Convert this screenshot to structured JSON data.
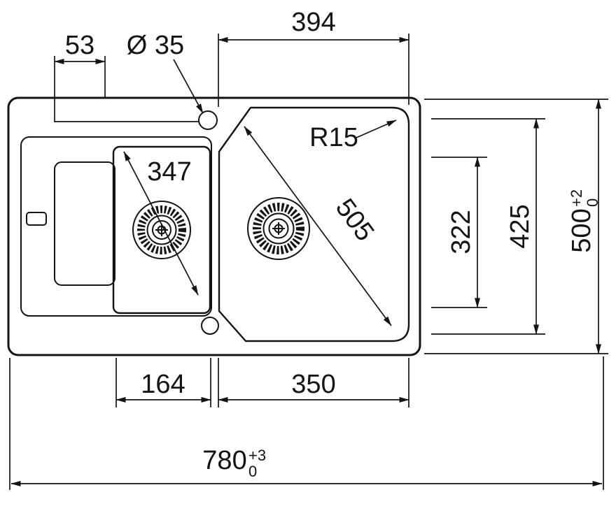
{
  "drawing": {
    "labels": {
      "top_width": "394",
      "tap_offset": "53",
      "tap_hole_diameter": "Ø 35",
      "corner_radius": "R15",
      "main_bowl_diagonal": "505",
      "small_bowl_diagonal": "347",
      "inner_height": "322",
      "bowl_zone_height": "425",
      "overall_depth": "500",
      "overall_depth_tol_upper": "+2",
      "overall_depth_tol_lower": "0",
      "small_bowl_width": "164",
      "main_bowl_width": "350",
      "overall_width": "780",
      "overall_width_tol_upper": "+3",
      "overall_width_tol_lower": "0"
    },
    "colors": {
      "line": "#141414",
      "background": "#ffffff"
    }
  }
}
